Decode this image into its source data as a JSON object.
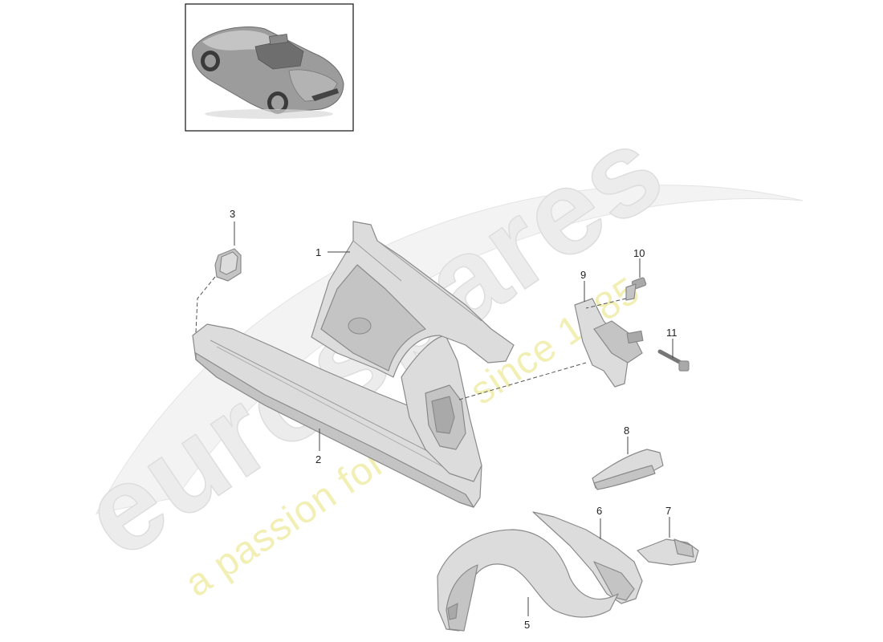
{
  "diagram": {
    "watermark": {
      "brand": "eurospares",
      "tagline": "a passion for parts since 1985"
    },
    "callouts": [
      {
        "id": "1",
        "label": "1"
      },
      {
        "id": "2",
        "label": "2"
      },
      {
        "id": "3",
        "label": "3"
      },
      {
        "id": "5",
        "label": "5"
      },
      {
        "id": "6",
        "label": "6"
      },
      {
        "id": "7",
        "label": "7"
      },
      {
        "id": "8",
        "label": "8"
      },
      {
        "id": "9",
        "label": "9"
      },
      {
        "id": "10",
        "label": "10"
      },
      {
        "id": "11",
        "label": "11"
      }
    ],
    "thumbnail": {
      "icon": "convertible-car-icon"
    },
    "colors": {
      "part_fill": "#d6d6d6",
      "line": "#444444",
      "watermark_gray": "#ececec",
      "watermark_yellow": "#f2efb4"
    }
  }
}
